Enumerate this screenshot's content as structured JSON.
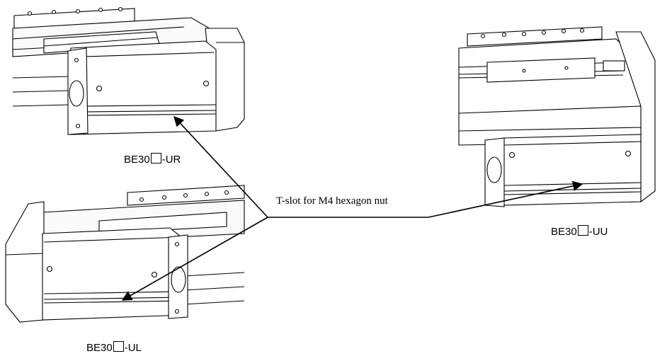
{
  "callout": {
    "text": "T-slot for M4 hexagon nut"
  },
  "labels": {
    "ur": {
      "prefix": "BE30",
      "suffix": "-UR"
    },
    "uu": {
      "prefix": "BE30",
      "suffix": "-UU"
    },
    "ul": {
      "prefix": "BE30",
      "suffix": "-UL"
    }
  }
}
